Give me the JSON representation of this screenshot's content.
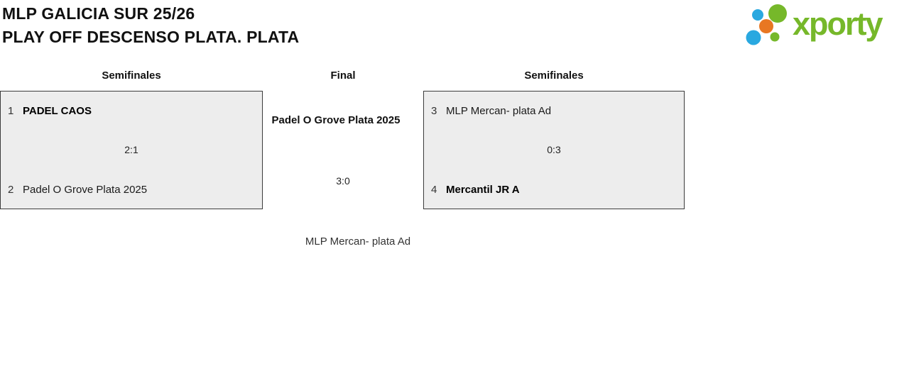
{
  "page": {
    "title_line1": "MLP GALICIA SUR 25/26",
    "title_line2": "PLAY OFF DESCENSO PLATA. PLATA"
  },
  "logo": {
    "text": "xporty",
    "dots_icon": "xporty-dots-icon"
  },
  "rounds": {
    "semifinals_left": "Semifinales",
    "final": "Final",
    "semifinals_right": "Semifinales"
  },
  "matches": {
    "semifinal_1": {
      "seed_top": "1",
      "team_top": "PADEL CAOS",
      "score": "2:1",
      "seed_bottom": "2",
      "team_bottom": "Padel O Grove Plata 2025"
    },
    "semifinal_2": {
      "seed_top": "3",
      "team_top": "MLP Mercan- plata Ad",
      "score": "0:3",
      "seed_bottom": "4",
      "team_bottom": "Mercantil JR A"
    },
    "final": {
      "team_top": "Padel O Grove Plata 2025",
      "score": "3:0",
      "team_bottom": "MLP Mercan- plata Ad"
    }
  },
  "colors": {
    "box_bg": "#ededed",
    "box_border": "#3b3b3b",
    "logo_green": "#76b82a",
    "logo_blue": "#29a8e0",
    "logo_orange": "#e87722"
  }
}
